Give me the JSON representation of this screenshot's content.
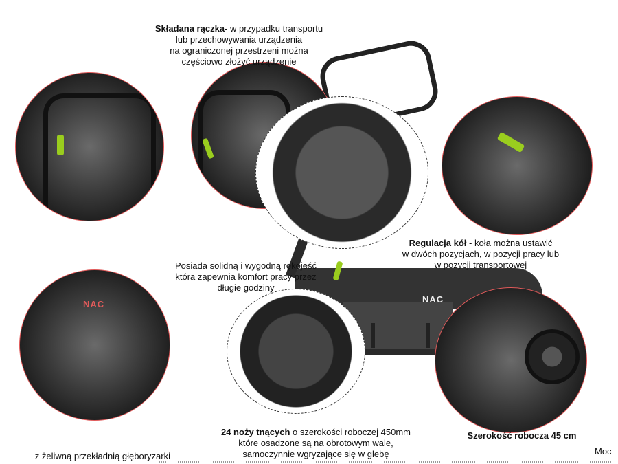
{
  "captions": {
    "handle_fold": {
      "title": "Składana rączka",
      "text": "- w przypadku transportu\nlub przechowywania urządzenia\nna ograniczonej przestrzeni można\nczęściowo złożyć urządzenie"
    },
    "wheels": {
      "title": "Regulacja kół",
      "text": " - koła można ustawić\nw dwóch pozycjach,  w pozycji pracy lub\nw pozycji transportowej"
    },
    "grip": {
      "text": "Posiada solidną i wygodną rękojeść\nktóra zapewnia  komfort pracy przez\ndługie godziny"
    },
    "tines": {
      "title": "24 noży tnących",
      "text": " o szerokości roboczej 450mm\nktóre osadzone są na obrotowym wale,\nsamoczynnie wgryzające się w glebę"
    },
    "width": {
      "title": "Szerokość robocza 45 cm"
    },
    "gearbox": {
      "text": "z żeliwną przekładnią głęboryzarki"
    },
    "power": {
      "text": "Moc"
    }
  },
  "brand": {
    "logo_left": "NAC",
    "logo_center": "NAC"
  },
  "colors": {
    "accent_green": "#9acd1e",
    "circle_red": "#e05a5a"
  }
}
